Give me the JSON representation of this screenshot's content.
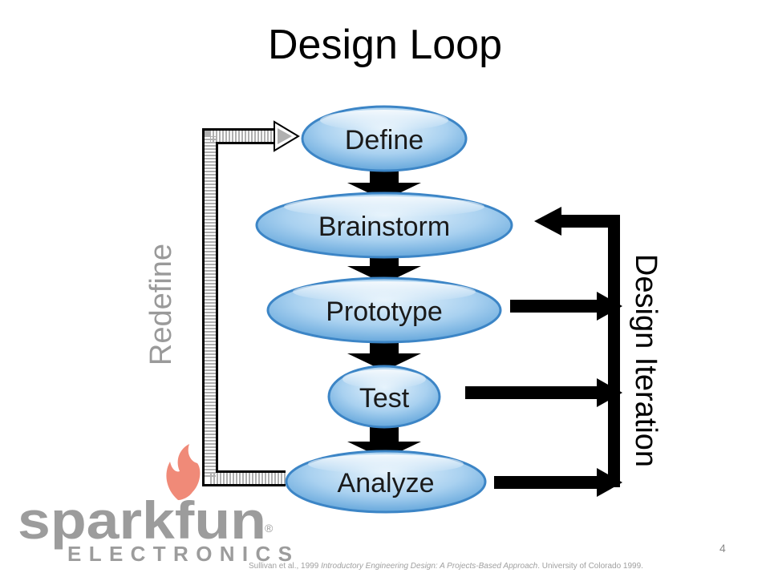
{
  "title": "Design Loop",
  "nodes": [
    "Define",
    "Brainstorm",
    "Prototype",
    "Test",
    "Analyze"
  ],
  "loops": {
    "redefine_label": "Redefine",
    "iteration_label": "Design Iteration"
  },
  "logo": {
    "wordmark": "sparkfun",
    "registered_mark": "®",
    "subtitle": "ELECTRONICS"
  },
  "page_number": "4",
  "citation": {
    "authors": "Sullivan et al., 1999",
    "book_title": "Introductory Engineering Design: A Projects-Based Approach",
    "publisher": "University of Colorado 1999."
  },
  "colors": {
    "node_fill_light": "#c7e2f7",
    "node_fill_dark": "#5aa0d8",
    "node_stroke": "#3c85c6",
    "arrow": "#000000",
    "redefine_text": "#9a9a9a",
    "logo_gray": "#9c9c9c",
    "logo_flame": "#f08a78"
  }
}
